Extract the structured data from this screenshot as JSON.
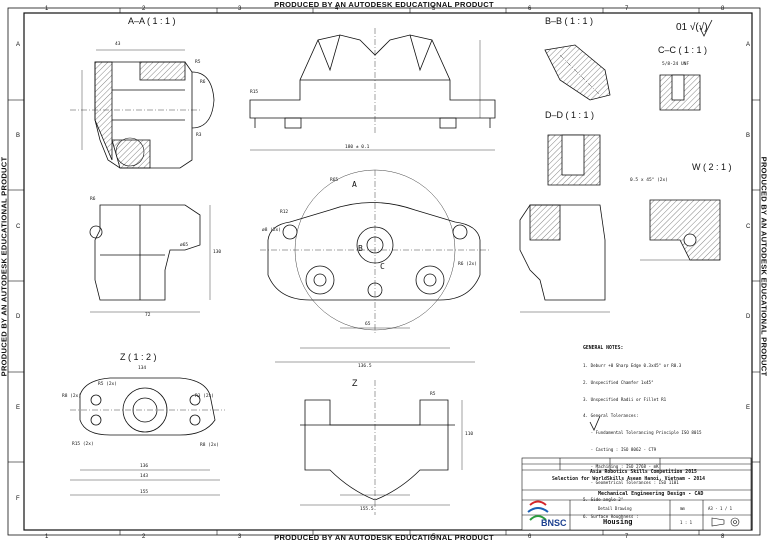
{
  "banner": {
    "top": "PRODUCED BY AN AUTODESK EDUCATIONAL PRODUCT",
    "bottom": "PRODUCED BY AN AUTODESK EDUCATIONAL PRODUCT",
    "left": "PRODUCED BY AN AUTODESK EDUCATIONAL PRODUCT",
    "right": "PRODUCED BY AN AUTODESK EDUCATIONAL PRODUCT"
  },
  "zones": {
    "columns": [
      "1",
      "2",
      "3",
      "4",
      "5",
      "6",
      "7",
      "8"
    ],
    "rows": [
      "A",
      "B",
      "C",
      "D",
      "E",
      "F"
    ]
  },
  "views": {
    "aa": "A–A ( 1 : 1 )",
    "bb": "B–B ( 1 : 1 )",
    "cc": "C–C ( 1 : 1 )",
    "dd": "D–D ( 1 : 1 )",
    "w": "W ( 2 : 1 )",
    "z": "Z ( 1 : 2 )",
    "z_arrow": "Z",
    "surface_mark": "01 √(√)"
  },
  "dims": {
    "d1": "R5",
    "d2": "R6",
    "d3": "R3",
    "d4": "R15",
    "d5": "180 ± 0.1",
    "d6": "R6",
    "d7": "R65",
    "d8": "130",
    "d9": "72",
    "d10": "ø65",
    "d11": "R8 (2x)",
    "d12": "R5 (2x)",
    "d13": "R3 (2x)",
    "d14": "R15 (2x)",
    "d15": "R8 (2x)",
    "d16": "134",
    "d17": "143",
    "d18": "155",
    "d19": "136",
    "d20": "110",
    "d21": "R5",
    "d22": "155.5",
    "d23": "65",
    "d24": "43",
    "d25": "ø8 (2x)",
    "d26": "R6 (2x)",
    "d27": "R12",
    "d28": "136.5",
    "d29": "0.5 x 45° (2x)",
    "d30": "5/8-24 UNF",
    "d31": "A",
    "d32": "B",
    "d33": "C"
  },
  "notes": {
    "heading": "GENERAL NOTES:",
    "lines": [
      "1. Deburr +0 Sharp Edge 0.3x45° or R0.3",
      "2. Unspecified Chamfer 1x45°",
      "3. Unspecified Radii or Fillet R1",
      "4. General Tolerances:",
      "   - Fundamental Tolerancing Principle ISO 8015",
      "   - Casting : ISO 8062 - CT9",
      "   - Machining : ISO 2768 - mK",
      "   - Geometrical Tolerances : ISO 1101",
      "5. Side angle 2°",
      "6. Surface Roughness :"
    ]
  },
  "title_block": {
    "line1": "Asia Robotics Skills Competition 2015",
    "line2": "Selection for WorldSkills Asean Hanoi, Vietnam - 2014",
    "line3": "Mechanical Engineering Design - CAD",
    "logo": "BNSC",
    "drawing_type": "Detail Drawing",
    "units": "mm",
    "sheet": "A3 - 1 / 1",
    "project": "Housing",
    "scale": "1 : 1"
  }
}
